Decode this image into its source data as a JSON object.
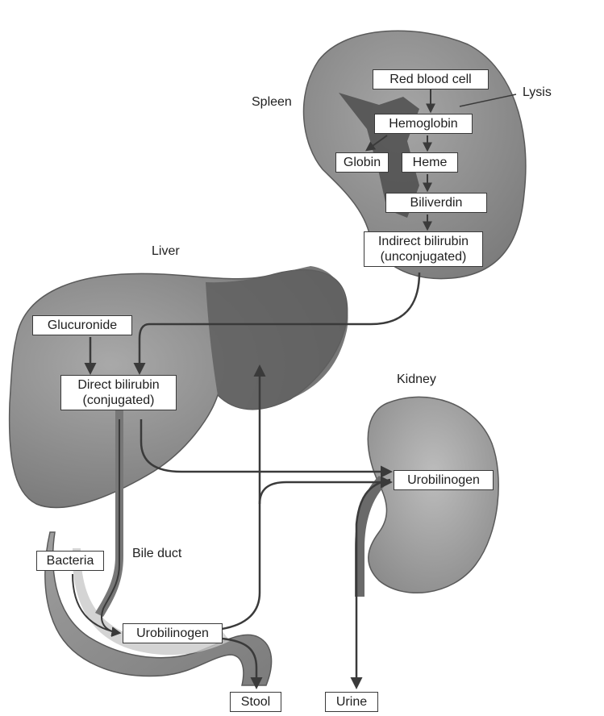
{
  "organs": {
    "spleen": "Spleen",
    "liver": "Liver",
    "kidney": "Kidney",
    "bile_duct": "Bile duct"
  },
  "annotations": {
    "lysis": "Lysis"
  },
  "boxes": {
    "red_blood_cell": "Red blood cell",
    "hemoglobin": "Hemoglobin",
    "globin": "Globin",
    "heme": "Heme",
    "biliverdin": "Biliverdin",
    "indirect_bilirubin_line1": "Indirect bilirubin",
    "indirect_bilirubin_line2": "(unconjugated)",
    "glucuronide": "Glucuronide",
    "direct_bilirubin_line1": "Direct bilirubin",
    "direct_bilirubin_line2": "(conjugated)",
    "urobilinogen_kidney": "Urobilinogen",
    "bacteria": "Bacteria",
    "urobilinogen_intestine": "Urobilinogen",
    "stool": "Stool",
    "urine": "Urine"
  },
  "colors": {
    "organ_fill": "#8f8f8f",
    "organ_dark": "#5e5e5e",
    "organ_light": "#b9b9b9",
    "arrow": "#3a3a3a",
    "box_border": "#3a3a3a"
  }
}
